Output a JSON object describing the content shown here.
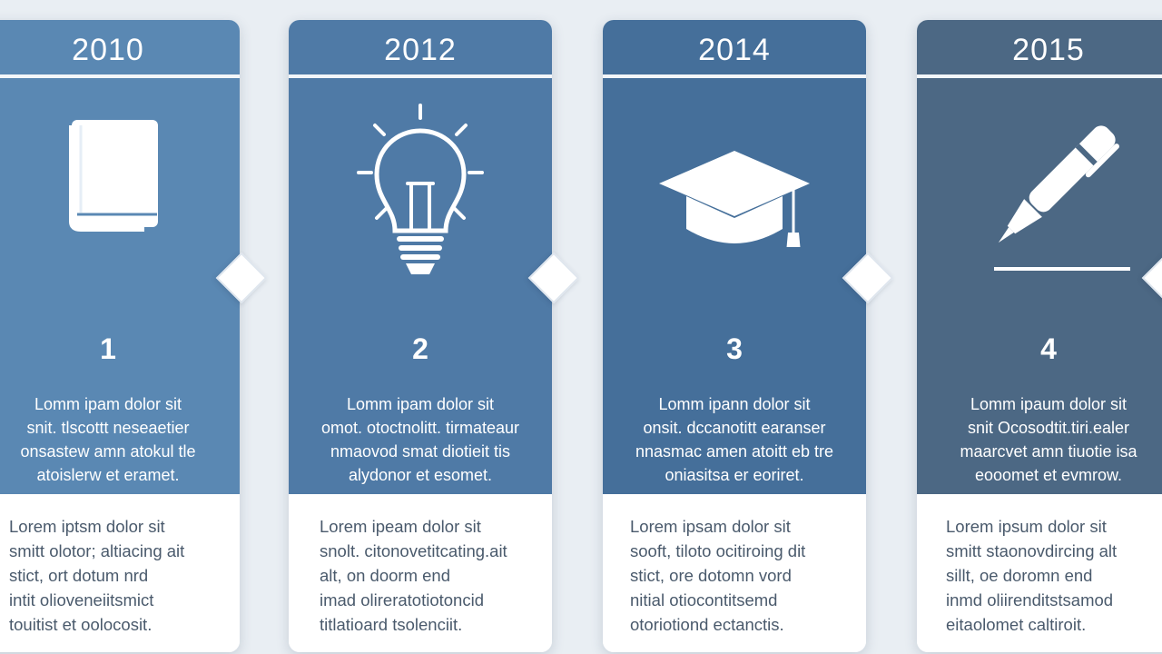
{
  "steps": [
    {
      "year": "2010",
      "number": "1",
      "icon": "book-icon",
      "color": "#5a88b3",
      "text_top": [
        "Lomm ipam dolor sit",
        "snit. tlscottt neseaetier",
        "onsastew amn atokul tle",
        "atoislerw et eramet."
      ],
      "text_bottom": [
        "Lorem iptsm dolor sit",
        "smitt olotor; altiacing ait",
        "stict, ort dotum nrd",
        "intit olioveneiitsmict",
        "touitist et oolocosit."
      ]
    },
    {
      "year": "2012",
      "number": "2",
      "icon": "lightbulb-icon",
      "color": "#4f7aa6",
      "text_top": [
        "Lomm ipam dolor sit",
        "omot. otoctnolitt. tirmateaur",
        "nmaovod smat diotieit tis",
        "alydonor et esomet."
      ],
      "text_bottom": [
        "Lorem ipeam dolor sit",
        "snolt. citonovetitcating.ait",
        "alt, on doorm end",
        "imad olireratotiotoncid",
        "titlatioard tsolenciit."
      ]
    },
    {
      "year": "2014",
      "number": "3",
      "icon": "graduation-cap-icon",
      "color": "#456f9a",
      "text_top": [
        "Lomm ipann dolor sit",
        "onsit. dccanotitt earanser",
        "nnasmac amen atoitt eb tre",
        "oniasitsa er eoriret."
      ],
      "text_bottom": [
        "Lorem ipsam dolor sit",
        "sooft, tiloto ocitiroing dit",
        "stict, ore dotomn vord",
        "nitial otiocontitsemd",
        "otoriotiond ectanctis."
      ]
    },
    {
      "year": "2015",
      "number": "4",
      "icon": "pen-icon",
      "color": "#4c6884",
      "text_top": [
        "Lomm ipaum dolor sit",
        "snit Ocosodtit.tiri.ealer",
        "maarcvet amn tiuotie isa",
        "eooomet et evmrow."
      ],
      "text_bottom": [
        "Lorem ipsum dolor sit",
        "smitt staonovdircing alt",
        "sillt, oe doromn end",
        "inmd oliirenditstsamod",
        "eitaolomet caltiroit."
      ]
    }
  ]
}
